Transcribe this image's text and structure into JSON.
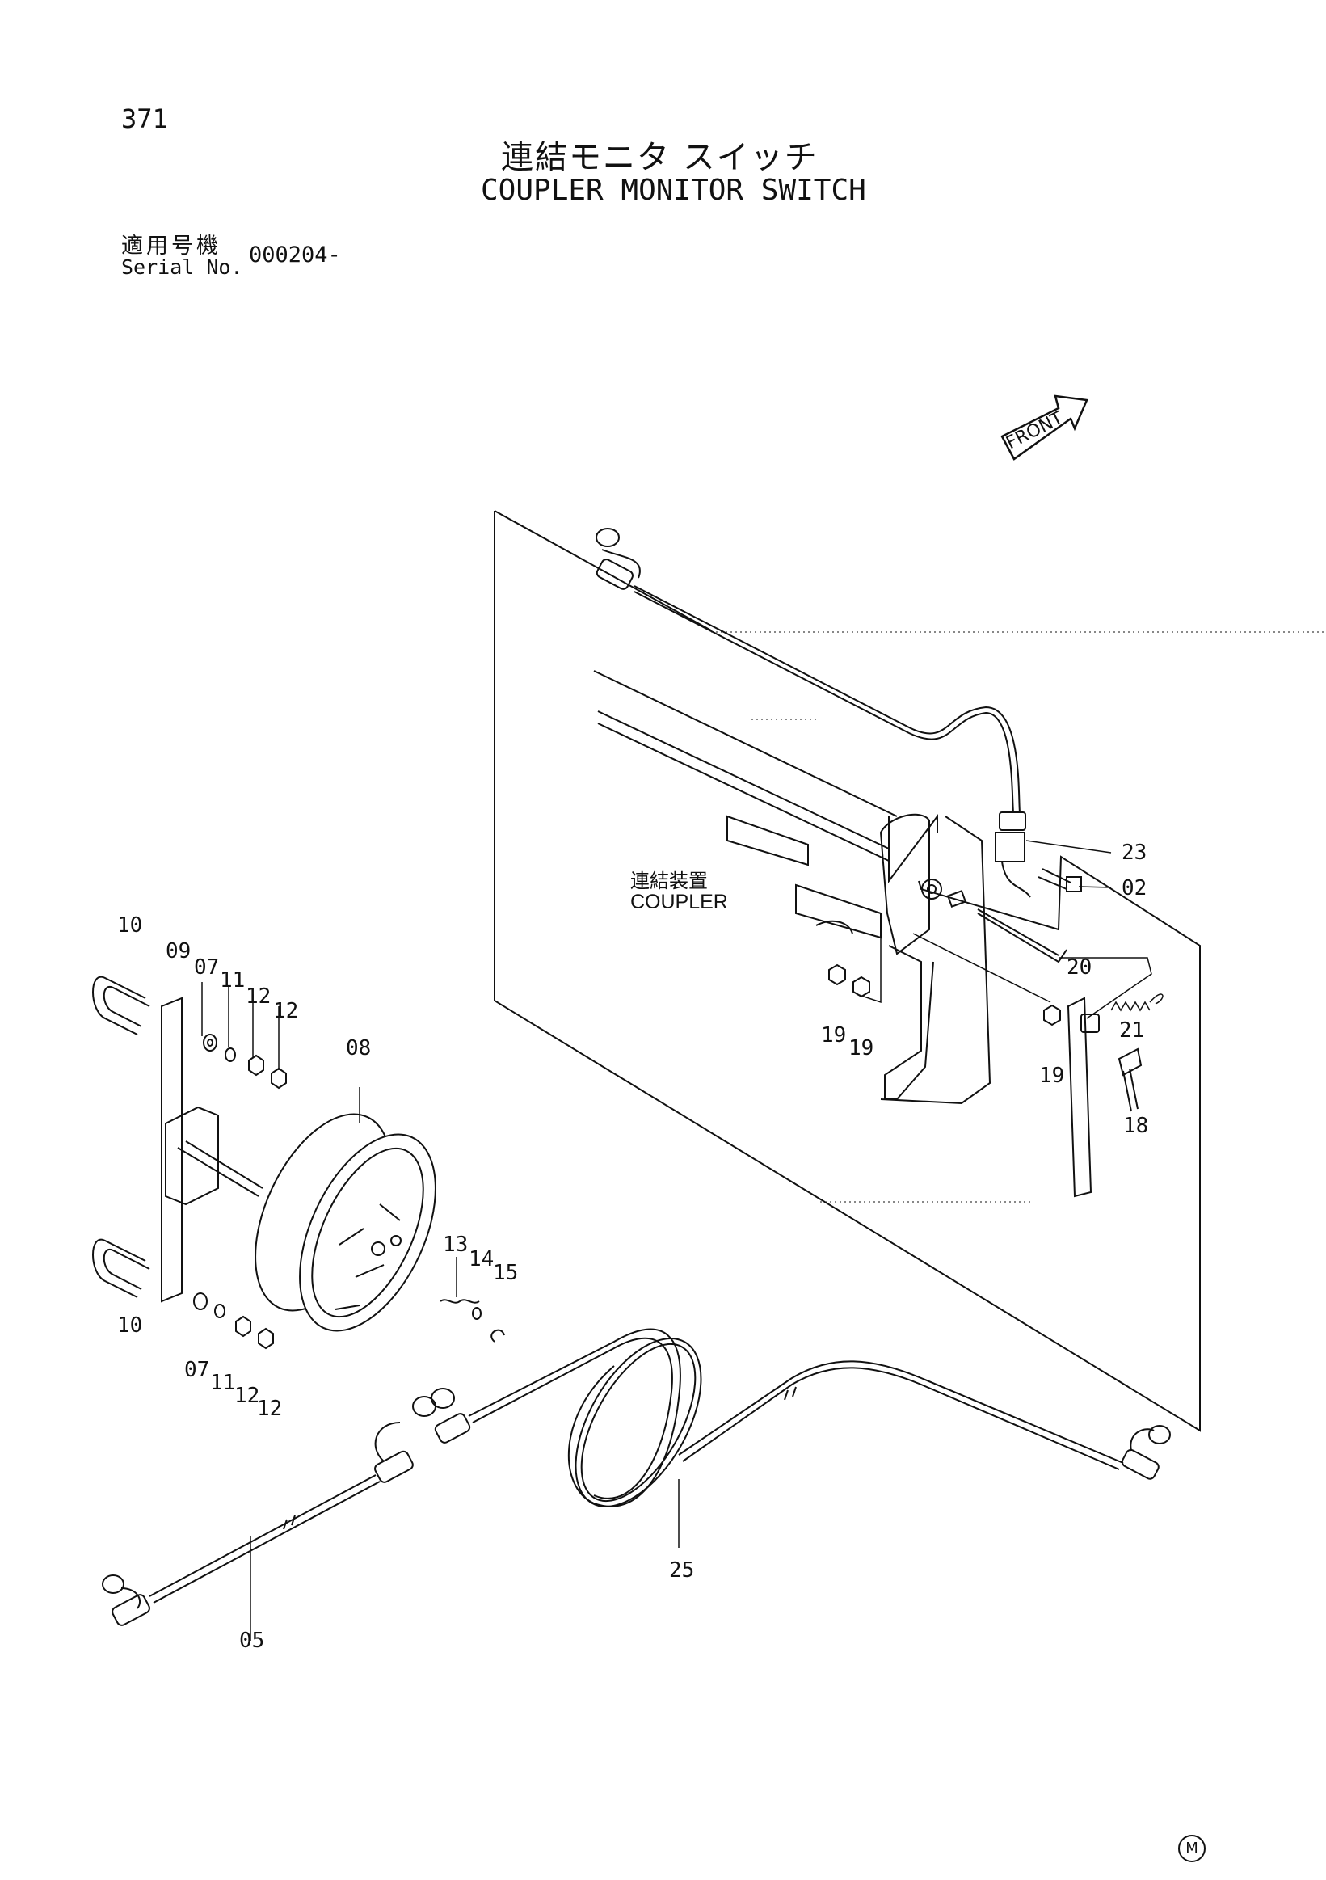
{
  "header": {
    "page_number": "371",
    "title_jp": "連結モニタ スイッチ",
    "title_en": "COUPLER MONITOR SWITCH",
    "serial_label_jp": "適用号機",
    "serial_label_en": "Serial No.",
    "serial_value": "000204-"
  },
  "diagram": {
    "direction_label": "FRONT",
    "coupler_label_jp": "連結装置",
    "coupler_label_en": "COUPLER",
    "corner_mark": "M"
  },
  "parts": {
    "p02": "02",
    "p05": "05",
    "p07a": "07",
    "p07b": "07",
    "p08": "08",
    "p09": "09",
    "p10a": "10",
    "p10b": "10",
    "p11a": "11",
    "p11b": "11",
    "p12a": "12",
    "p12b": "12",
    "p12c": "12",
    "p12d": "12",
    "p13": "13",
    "p14": "14",
    "p15": "15",
    "p18": "18",
    "p19a": "19",
    "p19b": "19",
    "p19c": "19",
    "p20": "20",
    "p21": "21",
    "p23": "23",
    "p25": "25"
  }
}
